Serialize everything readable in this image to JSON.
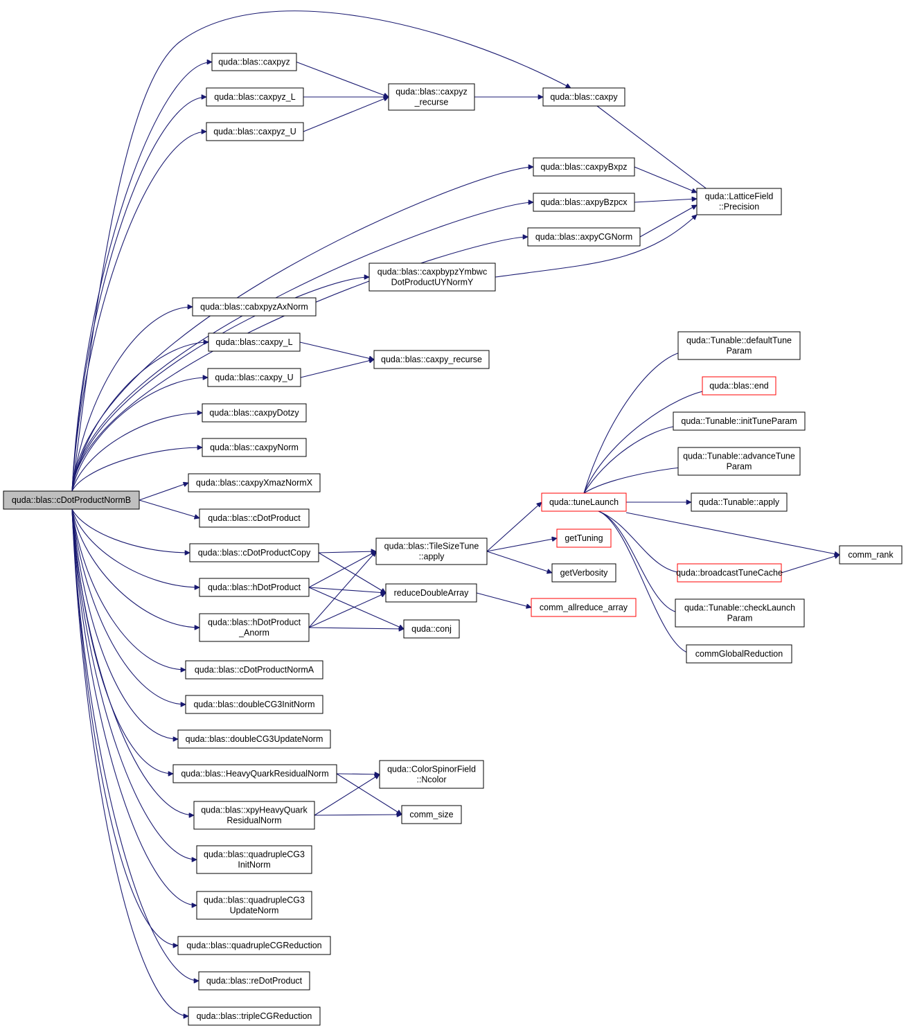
{
  "nodes": [
    {
      "id": "root",
      "lines": [
        "quda::blas::cDotProductNormB"
      ],
      "style": "root"
    },
    {
      "id": "caxpyz",
      "lines": [
        "quda::blas::caxpyz"
      ]
    },
    {
      "id": "caxpyz_L",
      "lines": [
        "quda::blas::caxpyz_L"
      ]
    },
    {
      "id": "caxpyz_U",
      "lines": [
        "quda::blas::caxpyz_U"
      ]
    },
    {
      "id": "caxpyz_recurse",
      "lines": [
        "quda::blas::caxpyz",
        "_recurse"
      ]
    },
    {
      "id": "caxpy",
      "lines": [
        "quda::blas::caxpy"
      ]
    },
    {
      "id": "caxpyBxpz",
      "lines": [
        "quda::blas::caxpyBxpz"
      ]
    },
    {
      "id": "axpyBzpcx",
      "lines": [
        "quda::blas::axpyBzpcx"
      ]
    },
    {
      "id": "axpyCGNorm",
      "lines": [
        "quda::blas::axpyCGNorm"
      ]
    },
    {
      "id": "precision",
      "lines": [
        "quda::LatticeField",
        "::Precision"
      ]
    },
    {
      "id": "caxpbypz",
      "lines": [
        "quda::blas::caxpbypzYmbwc",
        "DotProductUYNormY"
      ]
    },
    {
      "id": "cabxpyzAxNorm",
      "lines": [
        "quda::blas::cabxpyzAxNorm"
      ]
    },
    {
      "id": "caxpy_L",
      "lines": [
        "quda::blas::caxpy_L"
      ]
    },
    {
      "id": "caxpy_U",
      "lines": [
        "quda::blas::caxpy_U"
      ]
    },
    {
      "id": "caxpy_recurse",
      "lines": [
        "quda::blas::caxpy_recurse"
      ]
    },
    {
      "id": "caxpyDotzy",
      "lines": [
        "quda::blas::caxpyDotzy"
      ]
    },
    {
      "id": "caxpyNorm",
      "lines": [
        "quda::blas::caxpyNorm"
      ]
    },
    {
      "id": "caxpyXmazNormX",
      "lines": [
        "quda::blas::caxpyXmazNormX"
      ]
    },
    {
      "id": "cDotProduct",
      "lines": [
        "quda::blas::cDotProduct"
      ]
    },
    {
      "id": "cDotProductCopy",
      "lines": [
        "quda::blas::cDotProductCopy"
      ]
    },
    {
      "id": "hDotProduct",
      "lines": [
        "quda::blas::hDotProduct"
      ]
    },
    {
      "id": "hDotProduct_Anorm",
      "lines": [
        "quda::blas::hDotProduct",
        "_Anorm"
      ]
    },
    {
      "id": "tileSizeTune",
      "lines": [
        "quda::blas::TileSizeTune",
        "::apply"
      ]
    },
    {
      "id": "reduceDoubleArray",
      "lines": [
        "reduceDoubleArray"
      ]
    },
    {
      "id": "conj",
      "lines": [
        "quda::conj"
      ]
    },
    {
      "id": "comm_allreduce",
      "lines": [
        "comm_allreduce_array"
      ],
      "style": "red"
    },
    {
      "id": "tuneLaunch",
      "lines": [
        "quda::tuneLaunch"
      ],
      "style": "red"
    },
    {
      "id": "getTuning",
      "lines": [
        "getTuning"
      ],
      "style": "red"
    },
    {
      "id": "getVerbosity",
      "lines": [
        "getVerbosity"
      ]
    },
    {
      "id": "defaultTuneParam",
      "lines": [
        "quda::Tunable::defaultTune",
        "Param"
      ]
    },
    {
      "id": "blasEnd",
      "lines": [
        "quda::blas::end"
      ],
      "style": "red"
    },
    {
      "id": "initTuneParam",
      "lines": [
        "quda::Tunable::initTuneParam"
      ]
    },
    {
      "id": "advanceTuneParam",
      "lines": [
        "quda::Tunable::advanceTune",
        "Param"
      ]
    },
    {
      "id": "tunableApply",
      "lines": [
        "quda::Tunable::apply"
      ]
    },
    {
      "id": "commRank",
      "lines": [
        "comm_rank"
      ]
    },
    {
      "id": "broadcastTuneCache",
      "lines": [
        "quda::broadcastTuneCache"
      ],
      "style": "red"
    },
    {
      "id": "checkLaunchParam",
      "lines": [
        "quda::Tunable::checkLaunch",
        "Param"
      ]
    },
    {
      "id": "commGlobalReduction",
      "lines": [
        "commGlobalReduction"
      ]
    },
    {
      "id": "cDotProductNormA",
      "lines": [
        "quda::blas::cDotProductNormA"
      ]
    },
    {
      "id": "doubleCG3InitNorm",
      "lines": [
        "quda::blas::doubleCG3InitNorm"
      ]
    },
    {
      "id": "doubleCG3UpdateNorm",
      "lines": [
        "quda::blas::doubleCG3UpdateNorm"
      ]
    },
    {
      "id": "hqResidualNorm",
      "lines": [
        "quda::blas::HeavyQuarkResidualNorm"
      ]
    },
    {
      "id": "xpyHQ",
      "lines": [
        "quda::blas::xpyHeavyQuark",
        "ResidualNorm"
      ]
    },
    {
      "id": "ncolor",
      "lines": [
        "quda::ColorSpinorField",
        "::Ncolor"
      ]
    },
    {
      "id": "commSize",
      "lines": [
        "comm_size"
      ]
    },
    {
      "id": "quadCG3Init",
      "lines": [
        "quda::blas::quadrupleCG3",
        "InitNorm"
      ]
    },
    {
      "id": "quadCG3Update",
      "lines": [
        "quda::blas::quadrupleCG3",
        "UpdateNorm"
      ]
    },
    {
      "id": "quadCGReduction",
      "lines": [
        "quda::blas::quadrupleCGReduction"
      ]
    },
    {
      "id": "reDotProduct",
      "lines": [
        "quda::blas::reDotProduct"
      ]
    },
    {
      "id": "tripleCGReduction",
      "lines": [
        "quda::blas::tripleCGReduction"
      ]
    }
  ],
  "edges": [
    [
      "root",
      "caxpy"
    ],
    [
      "root",
      "caxpyz"
    ],
    [
      "root",
      "caxpyz_L"
    ],
    [
      "root",
      "caxpyz_U"
    ],
    [
      "root",
      "caxpyBxpz"
    ],
    [
      "root",
      "axpyBzpcx"
    ],
    [
      "root",
      "axpyCGNorm"
    ],
    [
      "root",
      "caxpbypz"
    ],
    [
      "root",
      "cabxpyzAxNorm"
    ],
    [
      "root",
      "caxpy_L"
    ],
    [
      "root",
      "caxpy_U"
    ],
    [
      "root",
      "caxpyDotzy"
    ],
    [
      "root",
      "caxpyNorm"
    ],
    [
      "root",
      "caxpyXmazNormX"
    ],
    [
      "root",
      "cDotProduct"
    ],
    [
      "root",
      "cDotProductCopy"
    ],
    [
      "root",
      "hDotProduct"
    ],
    [
      "root",
      "hDotProduct_Anorm"
    ],
    [
      "root",
      "cDotProductNormA"
    ],
    [
      "root",
      "doubleCG3InitNorm"
    ],
    [
      "root",
      "doubleCG3UpdateNorm"
    ],
    [
      "root",
      "hqResidualNorm"
    ],
    [
      "root",
      "xpyHQ"
    ],
    [
      "root",
      "quadCG3Init"
    ],
    [
      "root",
      "quadCG3Update"
    ],
    [
      "root",
      "quadCGReduction"
    ],
    [
      "root",
      "reDotProduct"
    ],
    [
      "root",
      "tripleCGReduction"
    ],
    [
      "caxpyz",
      "caxpyz_recurse"
    ],
    [
      "caxpyz_L",
      "caxpyz_recurse"
    ],
    [
      "caxpyz_U",
      "caxpyz_recurse"
    ],
    [
      "caxpyz_recurse",
      "caxpy"
    ],
    [
      "caxpy",
      "precision"
    ],
    [
      "caxpyBxpz",
      "precision"
    ],
    [
      "axpyBzpcx",
      "precision"
    ],
    [
      "axpyCGNorm",
      "precision"
    ],
    [
      "caxpbypz",
      "precision"
    ],
    [
      "caxpy_L",
      "caxpy_recurse"
    ],
    [
      "caxpy_U",
      "caxpy_recurse"
    ],
    [
      "cDotProductCopy",
      "tileSizeTune"
    ],
    [
      "cDotProductCopy",
      "reduceDoubleArray"
    ],
    [
      "hDotProduct",
      "tileSizeTune"
    ],
    [
      "hDotProduct",
      "reduceDoubleArray"
    ],
    [
      "hDotProduct",
      "conj"
    ],
    [
      "hDotProduct_Anorm",
      "tileSizeTune"
    ],
    [
      "hDotProduct_Anorm",
      "reduceDoubleArray"
    ],
    [
      "hDotProduct_Anorm",
      "conj"
    ],
    [
      "tileSizeTune",
      "tuneLaunch"
    ],
    [
      "tileSizeTune",
      "getTuning"
    ],
    [
      "tileSizeTune",
      "getVerbosity"
    ],
    [
      "reduceDoubleArray",
      "comm_allreduce"
    ],
    [
      "tuneLaunch",
      "defaultTuneParam"
    ],
    [
      "tuneLaunch",
      "blasEnd"
    ],
    [
      "tuneLaunch",
      "initTuneParam"
    ],
    [
      "tuneLaunch",
      "advanceTuneParam"
    ],
    [
      "tuneLaunch",
      "tunableApply"
    ],
    [
      "tuneLaunch",
      "commRank"
    ],
    [
      "tuneLaunch",
      "broadcastTuneCache"
    ],
    [
      "tuneLaunch",
      "checkLaunchParam"
    ],
    [
      "tuneLaunch",
      "commGlobalReduction"
    ],
    [
      "broadcastTuneCache",
      "commRank"
    ],
    [
      "hqResidualNorm",
      "ncolor"
    ],
    [
      "hqResidualNorm",
      "commSize"
    ],
    [
      "xpyHQ",
      "ncolor"
    ],
    [
      "xpyHQ",
      "commSize"
    ]
  ],
  "colors": {
    "edge": "#191970",
    "root_fill": "#bfbfbf",
    "red_border": "#ff0000"
  }
}
